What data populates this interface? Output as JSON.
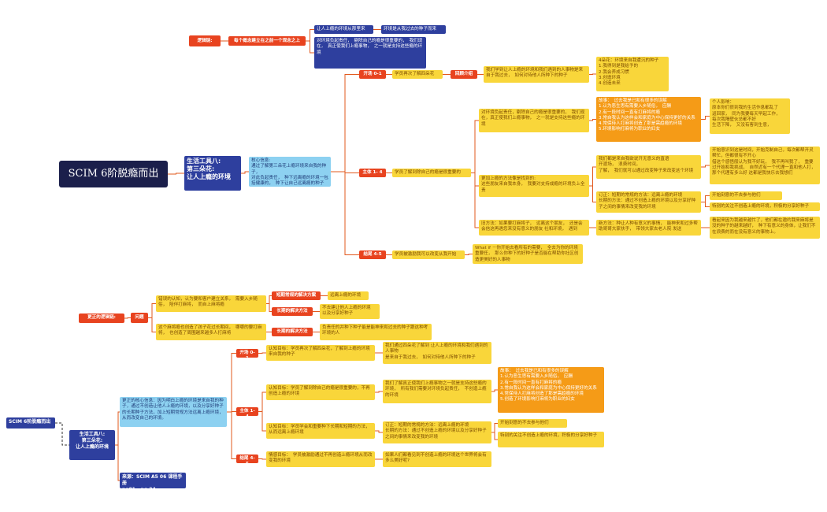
{
  "colors": {
    "line": "#e2591e",
    "yellow": "#f9d63a",
    "orange": "#f59b17",
    "navy": "#2e3f9e",
    "cyan": "#8dd1f1",
    "red": "#e8431f",
    "dark": "#1b1f4b"
  },
  "top": {
    "logic_label": "逻辑链:",
    "chain": "每个概念建立在之前一个观念之上",
    "b1": "让人上瘾的环境从那里来",
    "b1_child": "环境是从我过去的种子而来",
    "b2": "对环境负起责任，　剔除自己的瘾是很重要的，　我们现在，　真正使我们上瘾事物，　之一就是支持这些瘾的环境"
  },
  "upper": {
    "root": "SCIM 6阶脱瘾而出",
    "tool": "生活工具八:\n第三朵花:\n让人上瘾的环境",
    "core": "核心信息:\n通过了解第三朵花上瘾环境来自我的种子，\n对此负起责任，　种下远离瘾的环境一包括健康的，　种下让自己远离瘾的种子",
    "opening": "开场 0-1",
    "opening_goal": "学员再次了解四朵花",
    "review_label": "回顾介绍",
    "review_text": "我们学到让人上瘾的环境和我们遇到的人事物是来自于我过去，　如何对待他人所种下的种子",
    "four_flowers": "4朵花：环境来自我遭沉的种子\n1.我得到是我给予的\n2.我会养成习惯\n3.创造环境\n4.创造未来",
    "main": "主体 1- 4",
    "main_goal": "学员了解到除自己的瘾是很重要的",
    "responsibility": "对环境负起责任，剔除自己的瘾是很重要的，　我们现在，真正使我们上瘾事物，　之一就是支持这些瘾的环境",
    "story": "故事：　过去我是已和有很多的误解\n1.认为恶生思有需要入乡随俗，　应酬\n2.有一段时间一直有打麻将的瘾\n3.常自我认为这样会和家庭为中心保持更好的关系\n4.常保待人打麻将创造了那是需趋瘾的环境\n5.环境影响打麻将为职业的妇女",
    "individual": "个人影响：\n原本你们很到我的生活作息都乱了\n返回家，　同为我要每天早起工作，\n每次我隔壁伙总都不好\n生活下降，　又没有客到生意，",
    "see_clearly": "更加上瘾的方法像是找到的:\n这些朋友来自我本身，　我要对支持成瘾的环境负上全责",
    "we_are": "我们都是来自我欲说开无意义的直语\n开渡场，　浪费时间，\n了解，　我们就可以通过改变种子来改变这个环境",
    "awareness": "开始意识到这是时间，开始克制自己，每次都帮开灵帮忙，但都很有不开心\n借这个感悟般认为我不好玩，　我不再叫我了，　重要过开始和我挑战，　自然近有一个代理一直和他人打，　那个代理有多么好 这都是我快乐去我想们",
    "correct": "订正：短期的常规的方法：远离上瘾的环境\n长期的方法：通过不创造上瘾的环境以及分享好种子之间的事情来改变我的环境",
    "start_seeds": "开始刻意的不去参与他们",
    "focus": "特别的关注不创造上瘾的环境，积极的分享好种子",
    "old_way": "旧方法：如果要打麻将子，　远离这个朋友，　还是会会信这再遇您来没有意义的朋友 社和环境，　遇到",
    "new_way": "新方法：种让人种有意义的事情，　能神来和过多帮助哥哥大家扶手，　带领大家去老人院 发送",
    "new_result": "看起来因为我越来越忙了，他们都在邀约我来麻将是没的种子的越来越好，　种下有意义的身体，让我们不在浪费的而在没有意义的事物上。",
    "closing": "结尾 4-5",
    "closing_goal": "学员被激励我可以改变从我开始",
    "whatif": "What if －你开始去看所有的需要，　全去为你的环境重要任，　那么你种下的好种子是否能在帮助你社区创造更美好的人事物"
  },
  "middle": {
    "logic_label": "更正的逻辑链:",
    "problem": "问题",
    "p1": "错误的认知，认为要和客户建立关系，　需要入乡随俗，　陪伴打麻将，　而自上麻将瘾",
    "p2": "这个麻将瘾也创造了孩子花过长期间，　哪哪的要打麻将，　也创造了周围越来越多人打麻将",
    "short_term": "短期常规的解决方案",
    "short_sol": "远离上瘾的环境",
    "long_term": "长期的解决方法",
    "long_sol": "不去建让他人上瘾的环境\n以及分享好种子",
    "long_term2": "长期的解决方法",
    "long_sol2": "负责任的并种下种子能是能神来和过去的种子跟这种考环境的人"
  },
  "lower": {
    "root": "SCIM 6阶脱瘾而出",
    "tool": "生活工具八:\n第三朵花:\n让人上瘾的环境",
    "core": "更正的核心信息：因为明白上瘾的环境是来自我的种子，通过不创造让他人上瘾的环境，以及分享好种子的长期种子方法，加上短期常规方法远离上瘾环境，从而改变自己的环境。",
    "source": "来源：SCIM A5 06 课程手册\npg01 - pg 24",
    "opening": "开场 0-1",
    "open_goal": "认知目标：学员再次了解四朵花，了解到上瘾的环境来自我的种子",
    "open_text": "我们通过四朵花了解到 让人上瘾的环境和我们遇到的人事物\n是来自于我过去，　如何对待他人所种下的种子",
    "main": "主体 1-4",
    "main_goal1": "认知目标：学员了解到除自己的瘾是很重要的，不再创造上瘾的环境",
    "resp": "我们了解真正使我们上瘾事物之一就是支持这些瘾的环境，　所有我们需要对环境负起责任，　不创造上瘾的环境",
    "story": "故事：　过去我是已和有很多的误解\n1.认为恶生思有需要入乡随俗，　应酬\n2.有一段时间一直有打麻将的瘾\n3.常自我认为这样会和家庭为中心保持更好的关系\n4.常保待人打麻将创造了那是需趋瘾的环境\n5.创造了环境影响打麻将为职业的妇女",
    "main_goal2": "认知目标：学员学会和重要种下长期和短期的方法，从而远离上瘾环境",
    "correct": "订正：短期的常规的方法：远离上瘾的环境\n长期的方法：通过不创造上瘾的环境以及分享好种子之间的事情来改变我的环境",
    "start_seeds": "开始刻意的不去参与他们",
    "focus": "特别的关注不创造上瘾的环境，积极的分享好种子",
    "closing": "结尾 4-5",
    "close_goal": "情感目标：　学员被激励通过不再创造上瘾环境从而改变我的环境",
    "close_q": "如果人们都看见到不创造上瘾的环境这个世界将会有多么美好呢?"
  }
}
